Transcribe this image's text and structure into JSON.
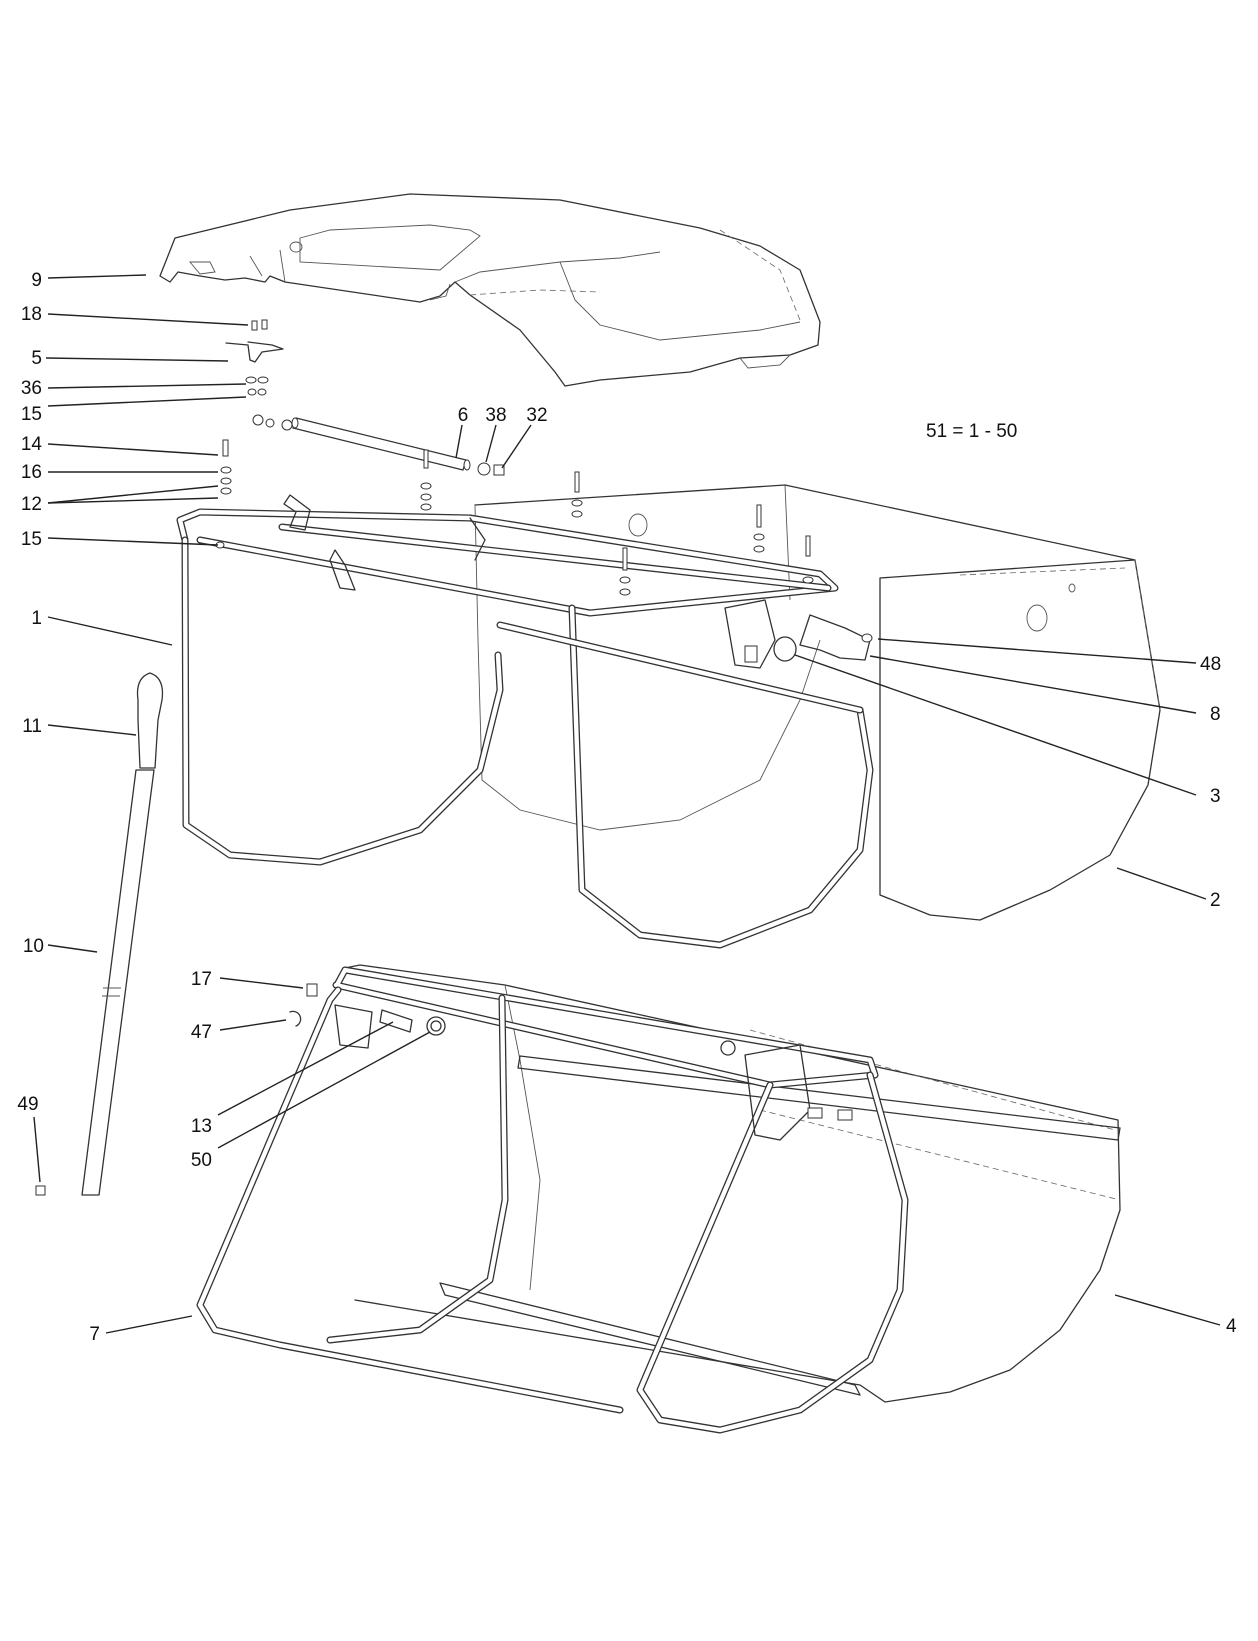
{
  "total_note": "51 = 1 - 50",
  "callouts": {
    "c9": "9",
    "c18": "18",
    "c5": "5",
    "c36": "36",
    "c15a": "15",
    "c14": "14",
    "c16": "16",
    "c12": "12",
    "c15b": "15",
    "c6": "6",
    "c38": "38",
    "c32": "32",
    "c1": "1",
    "c11": "11",
    "c10": "10",
    "c49": "49",
    "c48": "48",
    "c8": "8",
    "c3": "3",
    "c2": "2",
    "c17": "17",
    "c47": "47",
    "c13": "13",
    "c50": "50",
    "c7": "7",
    "c4": "4"
  }
}
